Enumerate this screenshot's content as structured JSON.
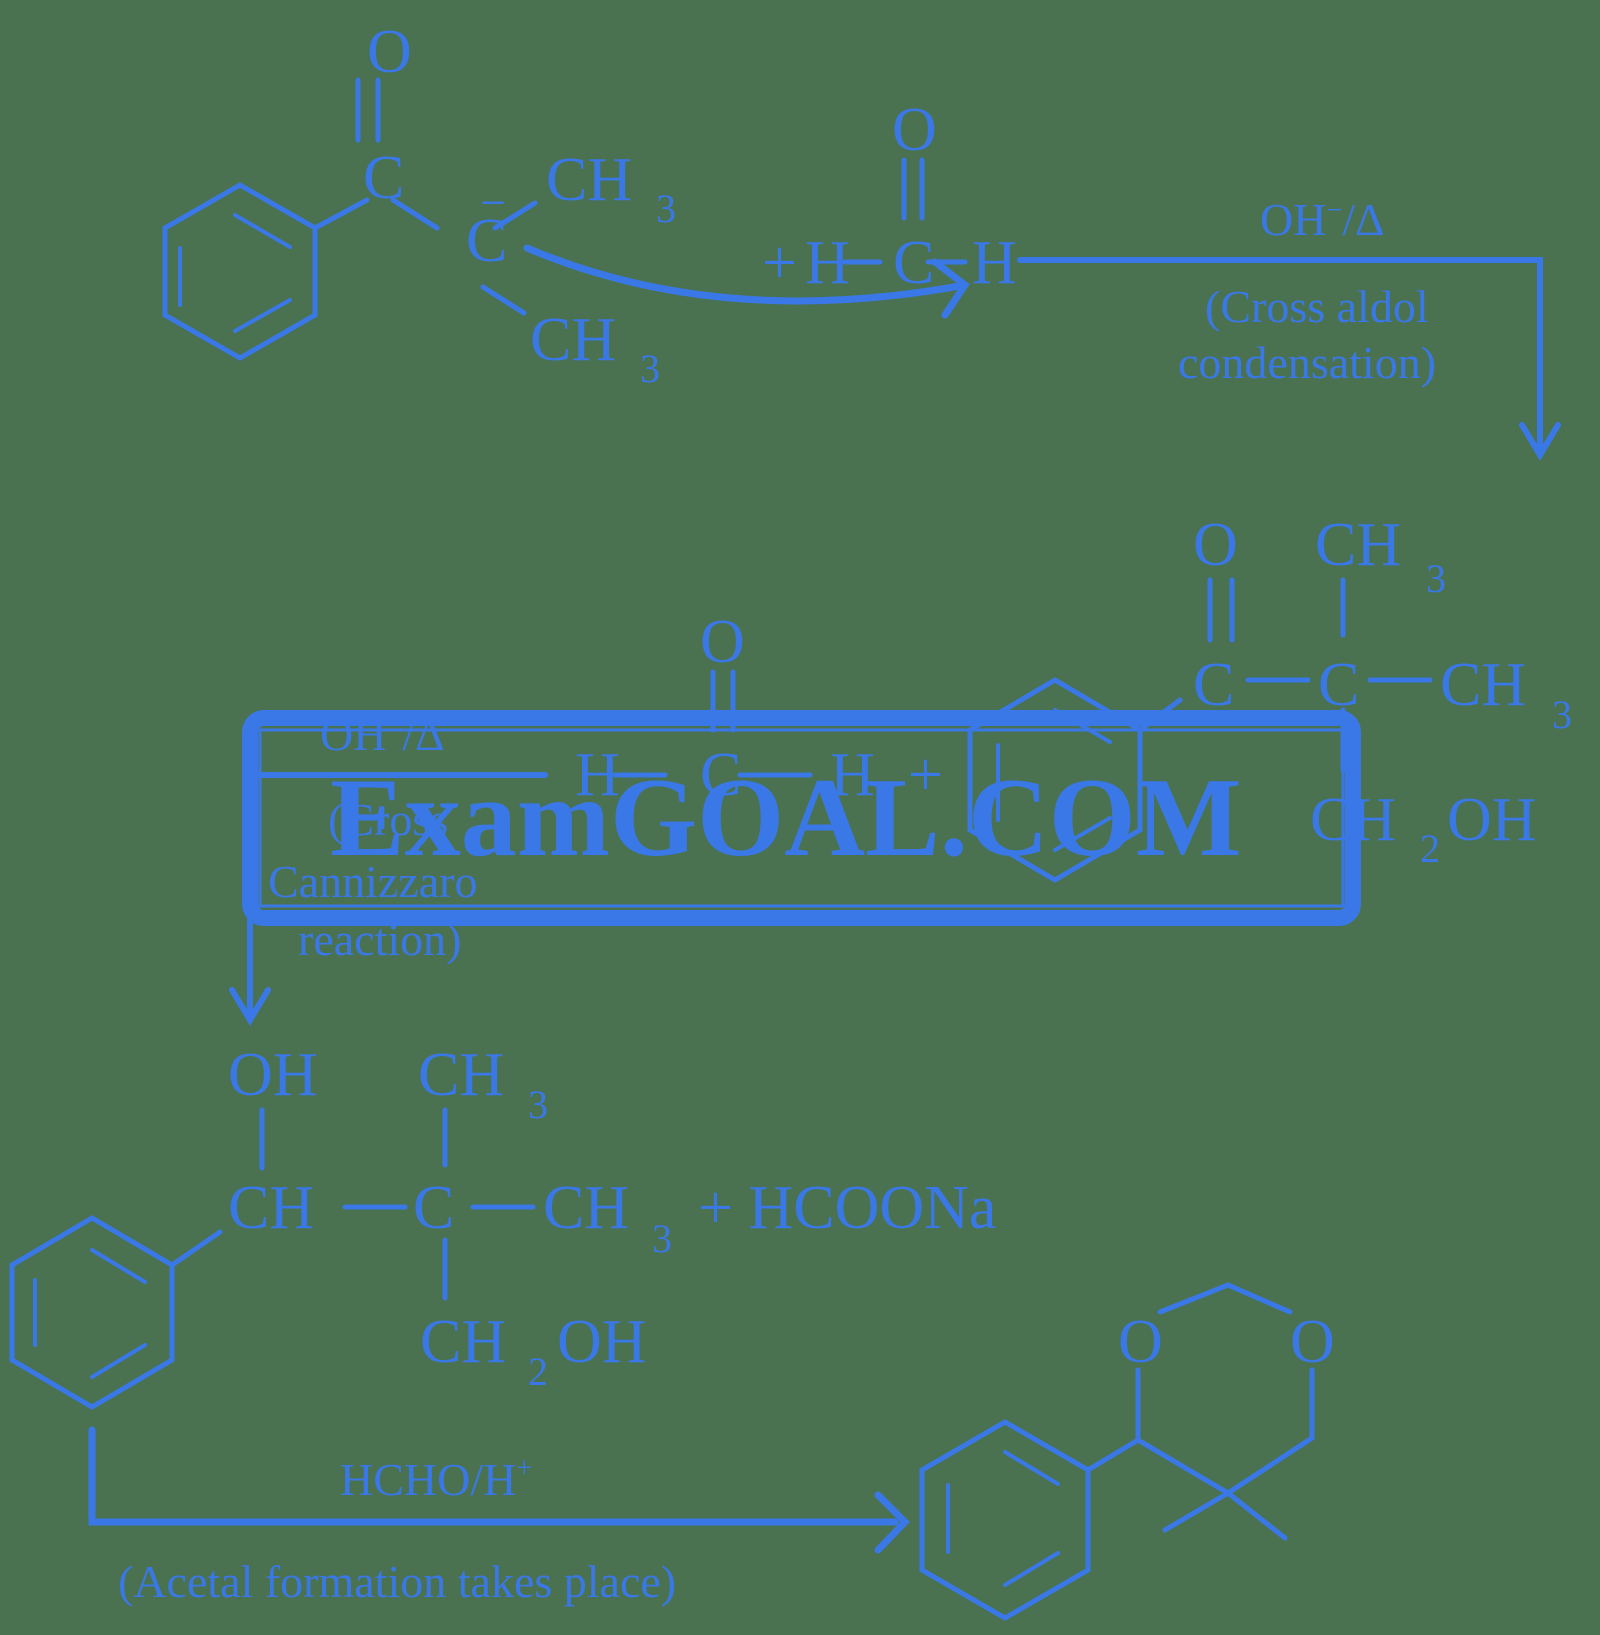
{
  "colors": {
    "background": "#4a7250",
    "ink": "#3a78e8"
  },
  "step1": {
    "reactant_carbanion": {
      "carbonyl_O": "O",
      "carbonyl_C": "C",
      "carbanion_C": "C",
      "charge": "−",
      "methyl_top": "CH",
      "methyl_top_sub": "3",
      "methyl_bottom": "CH",
      "methyl_bottom_sub": "3"
    },
    "formaldehyde": {
      "plus": "+",
      "H_left": "H",
      "C": "C",
      "O": "O",
      "H_right": "H"
    },
    "reagent": "OH",
    "reagent_sup": "−",
    "reagent_suffix": "/Δ",
    "condition_line1": "(Cross aldol",
    "condition_line2": "condensation)"
  },
  "step2": {
    "intermediate": {
      "carbonyl_O": "O",
      "carbonyl_C": "C",
      "quaternary_C": "C",
      "methyl_top": "CH",
      "methyl_top_sub": "3",
      "methyl_right": "CH",
      "methyl_right_sub": "3",
      "hydroxymethyl": "CH",
      "hydroxymethyl_sub": "2",
      "hydroxymethyl_suffix": "OH"
    },
    "formaldehyde": {
      "plus": "+",
      "H_left": "H",
      "C": "C",
      "O": "O",
      "H_right": "H"
    },
    "reagent": "OH",
    "reagent_sup": "−",
    "reagent_suffix": "/Δ",
    "condition_line1": "(Cross",
    "condition_line2": "Cannizzaro",
    "condition_line3": "reaction)"
  },
  "step3": {
    "product": {
      "OH": "OH",
      "CH": "CH",
      "C": "C",
      "methyl_top": "CH",
      "methyl_top_sub": "3",
      "methyl_right": "CH",
      "methyl_right_sub": "3",
      "hydroxymethyl": "CH",
      "hydroxymethyl_sub": "2",
      "hydroxymethyl_suffix": "OH"
    },
    "byproduct": "+ HCOONa"
  },
  "step4": {
    "reagent": "HCHO/H",
    "reagent_sup": "+",
    "condition": "(Acetal formation takes place)",
    "acetal": {
      "O_left": "O",
      "O_right": "O"
    }
  },
  "watermark": {
    "text": "ExamGOAL.COM"
  }
}
